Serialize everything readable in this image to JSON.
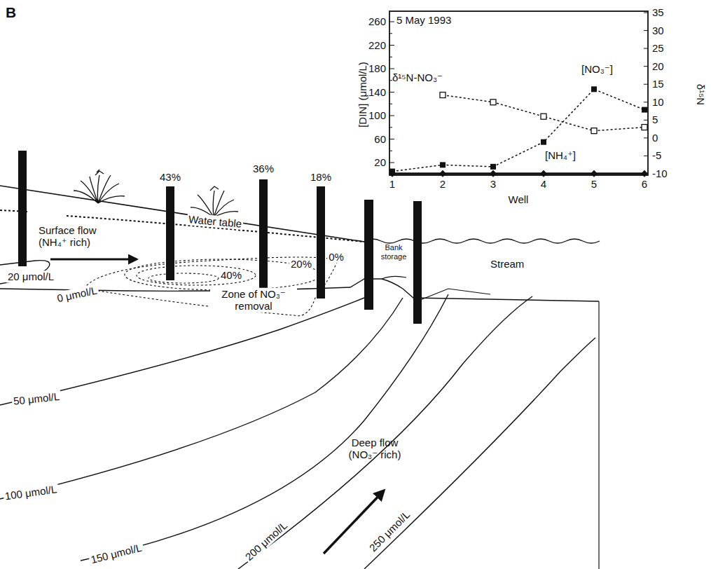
{
  "diagram": {
    "labels": [
      "B",
      "5 May 1993",
      "[DIN] (μmol/L)",
      "260",
      "220",
      "180",
      "140",
      "100",
      "60",
      "20",
      "35",
      "30",
      "25",
      "20",
      "15",
      "10",
      "5",
      "0",
      "-5",
      "-10",
      "1",
      "2",
      "3",
      "4",
      "5",
      "6",
      "Well",
      "δ¹⁵N",
      "δ¹⁵N-NO₃⁻",
      "[NO₃⁻]",
      "[NH₄⁺]",
      "43%",
      "36%",
      "18%",
      "Surface flow (NH₄⁺ rich)",
      "Water table",
      "Bank storage",
      "Stream",
      "20 μmol/L",
      "0 μmol/L",
      "40%",
      "20%",
      "0%",
      "Zone of NO₃⁻ removal",
      "50 μmol/L",
      "100 μmol/L",
      "150 μmol/L",
      "200 μmol/L",
      "Deep flow (NO₃⁻ rich)",
      "250 μmol/L"
    ]
  }
}
